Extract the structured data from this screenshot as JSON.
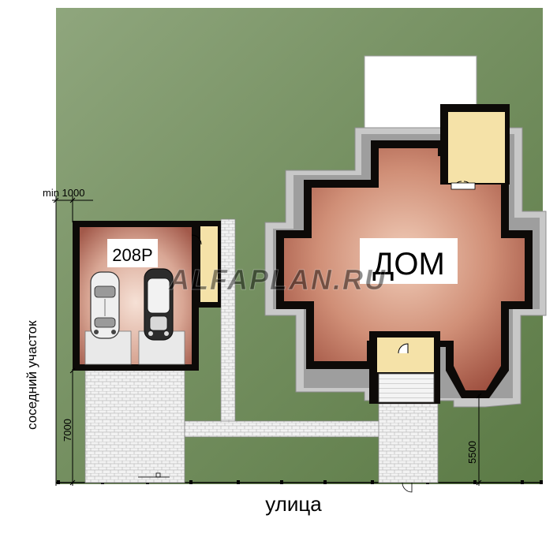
{
  "labels": {
    "garage": "208Р",
    "house": "ДОМ",
    "watermark": "ALFAPLAN.RU",
    "street": "улица",
    "neighbor": "соседний участок"
  },
  "dimensions": {
    "min_setback": "min 1000",
    "garage_setback": "7000",
    "house_setback": "5500"
  },
  "colors": {
    "lawn": "#6f8d5c",
    "wall": "#0d0a08",
    "floor": "#b76a58",
    "paving": "#efefef",
    "blind_area": "#bdbdbd"
  }
}
